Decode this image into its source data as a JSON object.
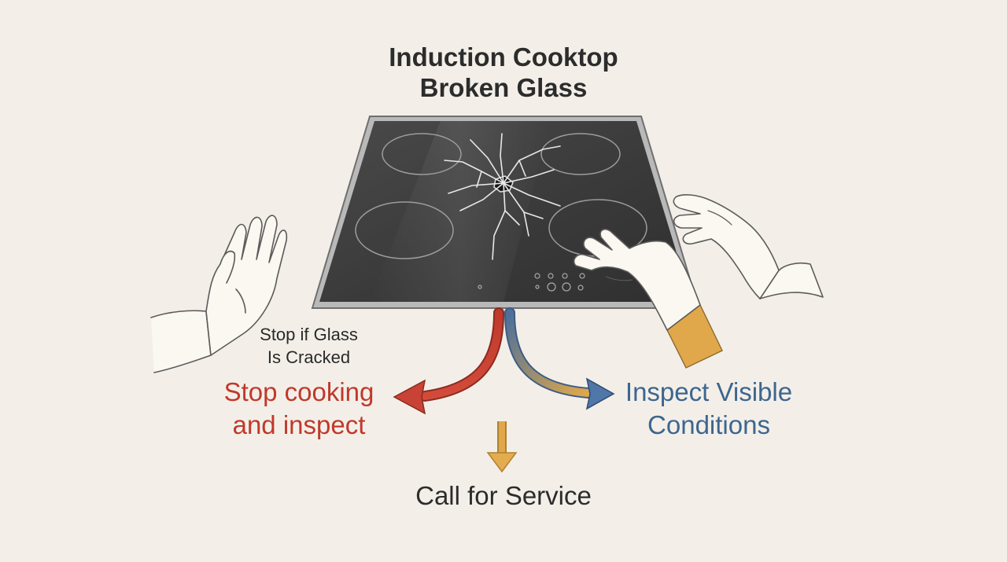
{
  "title": {
    "line1": "Induction Cooktop",
    "line2": "Broken Glass"
  },
  "note": {
    "line1": "Stop if Glass",
    "line2": "Is Cracked"
  },
  "branches": {
    "left": {
      "line1": "Stop cooking",
      "line2": "and inspect",
      "color": "#c0392b"
    },
    "right": {
      "line1": "Inspect Visible",
      "line2": "Conditions",
      "color": "#3d6690"
    },
    "down": {
      "label": "Call for Service",
      "color": "#e0a84a"
    }
  },
  "colors": {
    "background": "#f3efe8",
    "glass": "#3e3e3e",
    "frame": "#9a9a9a",
    "crack": "#e8e8e8",
    "sleeve": "#e0a84a"
  },
  "icons": [
    "cooktop-icon",
    "crack-icon",
    "stop-hand-icon",
    "touching-hand-icon",
    "raised-hand-icon"
  ]
}
